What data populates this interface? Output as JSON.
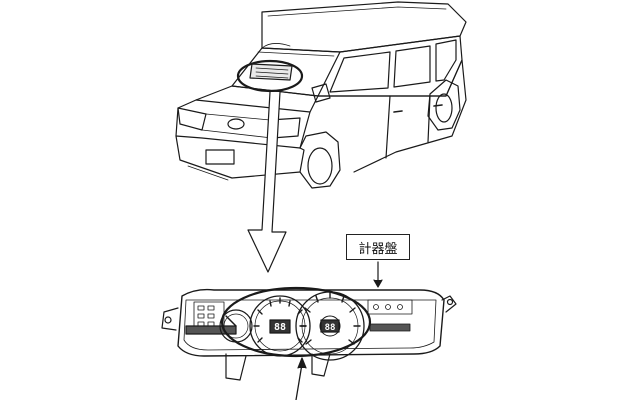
{
  "callout": {
    "label": "計器盤"
  },
  "instrument_cluster": {
    "left_gauge_digital": "88",
    "right_gauge_digital": "88"
  },
  "colors": {
    "line": "#1a1a1a",
    "background": "#ffffff"
  }
}
